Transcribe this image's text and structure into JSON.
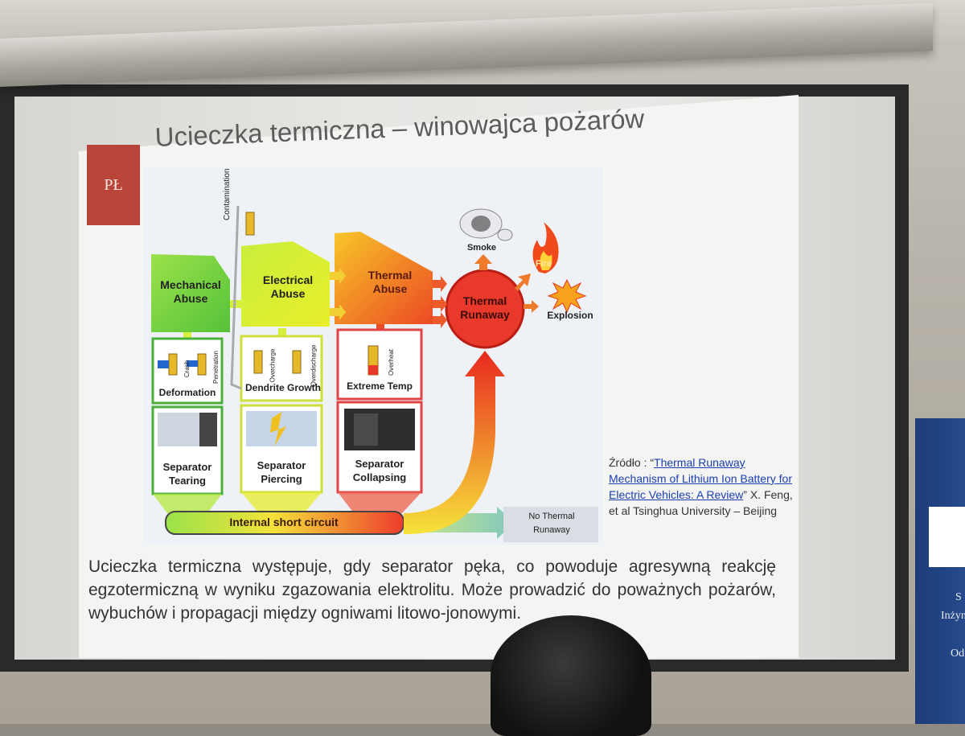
{
  "slide": {
    "title": "Ucieczka termiczna – winowajca pożarów",
    "logo_text": "PŁ",
    "diagram": {
      "mechanical_abuse": "Mechanical Abuse",
      "electrical_abuse": "Electrical Abuse",
      "thermal_abuse": "Thermal Abuse",
      "thermal_runaway": "Thermal Runaway",
      "contamination": "Contamination",
      "crash": "Crash",
      "penetration": "Penetration",
      "overcharge": "Overcharge",
      "overdischarge": "Overdischarge",
      "overheat": "Overheat",
      "deformation": "Deformation",
      "dendrite_growth": "Dendrite Growth",
      "extreme_temp": "Extreme Temp",
      "separator_tearing": "Separator Tearing",
      "separator_piercing": "Separator Piercing",
      "separator_collapsing": "Separator Collapsing",
      "internal_short_circuit": "Internal short circuit",
      "no_thermal_runaway": "No Thermal Runaway",
      "smoke": "Smoke",
      "fire": "Fire",
      "explosion": "Explosion"
    },
    "source": {
      "prefix": "Źródło : “",
      "link_text": "Thermal Runaway Mechanism of Lithium Ion Battery for Electric Vehicles: A Review",
      "suffix": "” X. Feng, et al Tsinghua University – Beijing"
    },
    "body": "Ucieczka termiczna występuje, gdy separator pęka, co powoduje agresywną reakcję egzotermiczną w wyniku zgazowania elektrolitu. Może prowadzić do poważnych pożarów, wybuchów i propagacji między ogniwami litowo-jonowymi."
  },
  "banner": {
    "line1": "S",
    "line2": "Inżyn",
    "line3": "Od"
  },
  "colors": {
    "logo_red": "#b8443a",
    "link_blue": "#1a3fb0",
    "banner_blue": "#1d3c78"
  }
}
